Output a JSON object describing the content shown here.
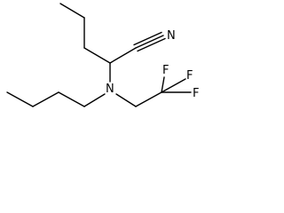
{
  "structure": {
    "atoms": {
      "nitrile_n": "N",
      "amine_n": "N",
      "f_top_left": "F",
      "f_top_right": "F",
      "f_right": "F"
    },
    "bond_color": "#000000",
    "label_color": "#000000"
  }
}
